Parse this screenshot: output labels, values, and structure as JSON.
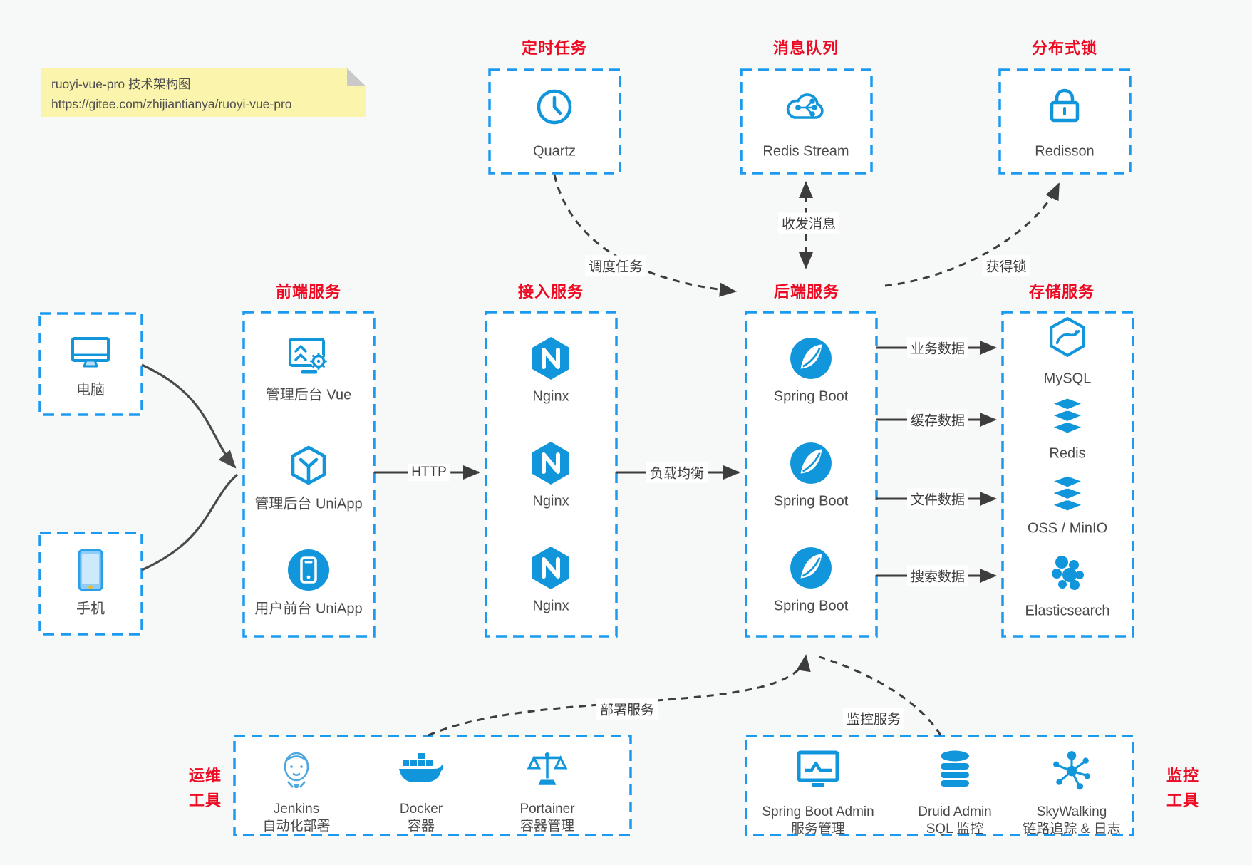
{
  "note": {
    "line1": "ruoyi-vue-pro 技术架构图",
    "line2": "https://gitee.com/zhijiantianya/ruoyi-vue-pro"
  },
  "top_groups": [
    {
      "title": "定时任务",
      "item": "Quartz",
      "icon": "clock-icon"
    },
    {
      "title": "消息队列",
      "item": "Redis Stream",
      "icon": "cloud-circuit-icon"
    },
    {
      "title": "分布式锁",
      "item": "Redisson",
      "icon": "lock-icon"
    }
  ],
  "clients": [
    {
      "label": "电脑",
      "icon": "desktop-icon"
    },
    {
      "label": "手机",
      "icon": "phone-icon"
    }
  ],
  "columns": {
    "frontend": {
      "title": "前端服务",
      "items": [
        {
          "label": "管理后台 Vue",
          "icon": "admin-vue-icon"
        },
        {
          "label": "管理后台 UniApp",
          "icon": "uniapp-cube-icon"
        },
        {
          "label": "用户前台 UniApp",
          "icon": "user-app-icon"
        }
      ]
    },
    "access": {
      "title": "接入服务",
      "items": [
        {
          "label": "Nginx",
          "icon": "nginx-icon"
        },
        {
          "label": "Nginx",
          "icon": "nginx-icon"
        },
        {
          "label": "Nginx",
          "icon": "nginx-icon"
        }
      ]
    },
    "backend": {
      "title": "后端服务",
      "items": [
        {
          "label": "Spring Boot",
          "icon": "spring-icon"
        },
        {
          "label": "Spring Boot",
          "icon": "spring-icon"
        },
        {
          "label": "Spring Boot",
          "icon": "spring-icon"
        }
      ]
    },
    "storage": {
      "title": "存储服务",
      "items": [
        {
          "label": "MySQL",
          "icon": "mysql-icon"
        },
        {
          "label": "Redis",
          "icon": "redis-stack-icon"
        },
        {
          "label": "OSS / MinIO",
          "icon": "oss-stack-icon"
        },
        {
          "label": "Elasticsearch",
          "icon": "elasticsearch-icon"
        }
      ]
    }
  },
  "edges": {
    "http": "HTTP",
    "load_balance": "负载均衡",
    "biz_data": "业务数据",
    "cache_data": "缓存数据",
    "file_data": "文件数据",
    "search_data": "搜索数据",
    "schedule": "调度任务",
    "message": "收发消息",
    "lock": "获得锁",
    "deploy": "部署服务",
    "monitor": "监控服务"
  },
  "ops": {
    "title_line1": "运维",
    "title_line2": "工具",
    "items": [
      {
        "name": "Jenkins",
        "desc": "自动化部署",
        "icon": "jenkins-icon"
      },
      {
        "name": "Docker",
        "desc": "容器",
        "icon": "docker-icon"
      },
      {
        "name": "Portainer",
        "desc": "容器管理",
        "icon": "portainer-scales-icon"
      }
    ]
  },
  "monitoring": {
    "title_line1": "监控",
    "title_line2": "工具",
    "items": [
      {
        "name": "Spring Boot Admin",
        "desc": "服务管理",
        "icon": "monitor-pulse-icon"
      },
      {
        "name": "Druid Admin",
        "desc": "SQL 监控",
        "icon": "database-icon"
      },
      {
        "name": "SkyWalking",
        "desc": "链路追踪 & 日志",
        "icon": "network-nodes-icon"
      }
    ]
  },
  "colors": {
    "accent": "#1296db",
    "box_border": "#1c9af0",
    "title_red": "#ed0a23",
    "wire": "#3d3d3d",
    "note_bg": "#faf4ad"
  }
}
